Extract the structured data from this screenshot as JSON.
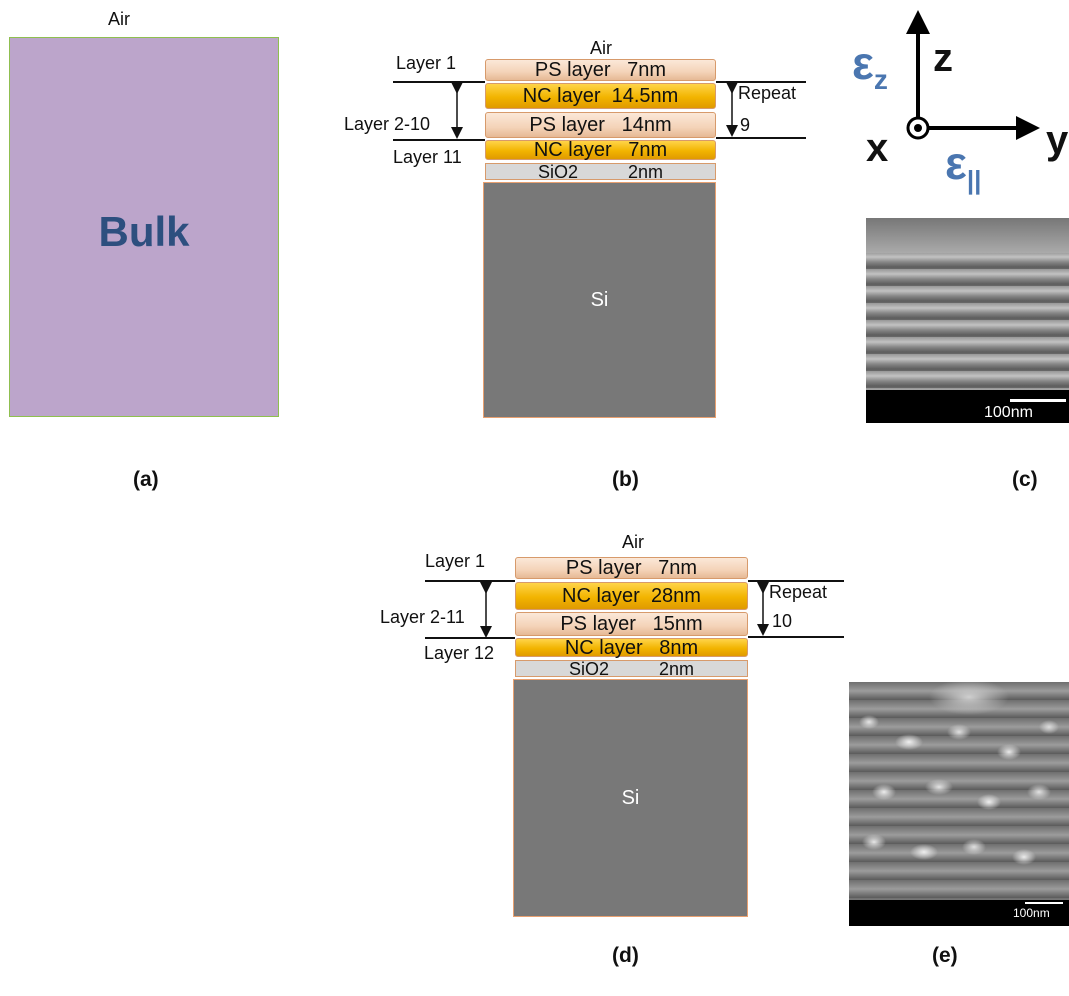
{
  "panel_a": {
    "top_label": "Air",
    "bulk_label": "Bulk",
    "caption": "(a)"
  },
  "panel_b": {
    "top_label": "Air",
    "layer_1": "Layer 1",
    "layer_2_10": "Layer 2-10",
    "layer_11": "Layer 11",
    "ps_top": "PS layer   7nm",
    "nc_mid": "NC layer  14.5nm",
    "ps_mid": "PS layer   14nm",
    "nc_bot": "NC layer   7nm",
    "sio2": "SiO2          2nm",
    "si": "Si",
    "repeat_label": "Repeat",
    "repeat_count": "9",
    "caption": "(b)"
  },
  "panel_c": {
    "eps_z": "ε",
    "eps_z_sub": "z",
    "axis_z": "z",
    "axis_x": "x",
    "axis_y": "y",
    "eps_par": "ε",
    "eps_par_sub": "||",
    "scale": "100nm",
    "caption": "(c)"
  },
  "panel_d": {
    "top_label": "Air",
    "layer_1": "Layer 1",
    "layer_2_11": "Layer 2-11",
    "layer_12": "Layer 12",
    "ps_top": "PS layer   7nm",
    "nc_mid": "NC layer  28nm",
    "ps_mid": "PS layer   15nm",
    "nc_bot": "NC layer   8nm",
    "sio2": "SiO2          2nm",
    "si": "Si",
    "repeat_label": "Repeat",
    "repeat_count": "10",
    "caption": "(d)"
  },
  "panel_e": {
    "scale": "100nm",
    "caption": "(e)"
  },
  "colors": {
    "bulk_fill": "#bca5cb",
    "bulk_border": "#8fbf4f",
    "bulk_text": "#2d4f7f",
    "ps_layer": "#f4d3b8",
    "nc_layer": "#f2b400",
    "sio2": "#d8d8d8",
    "si": "#787878",
    "epsilon": "#4a76b0"
  }
}
